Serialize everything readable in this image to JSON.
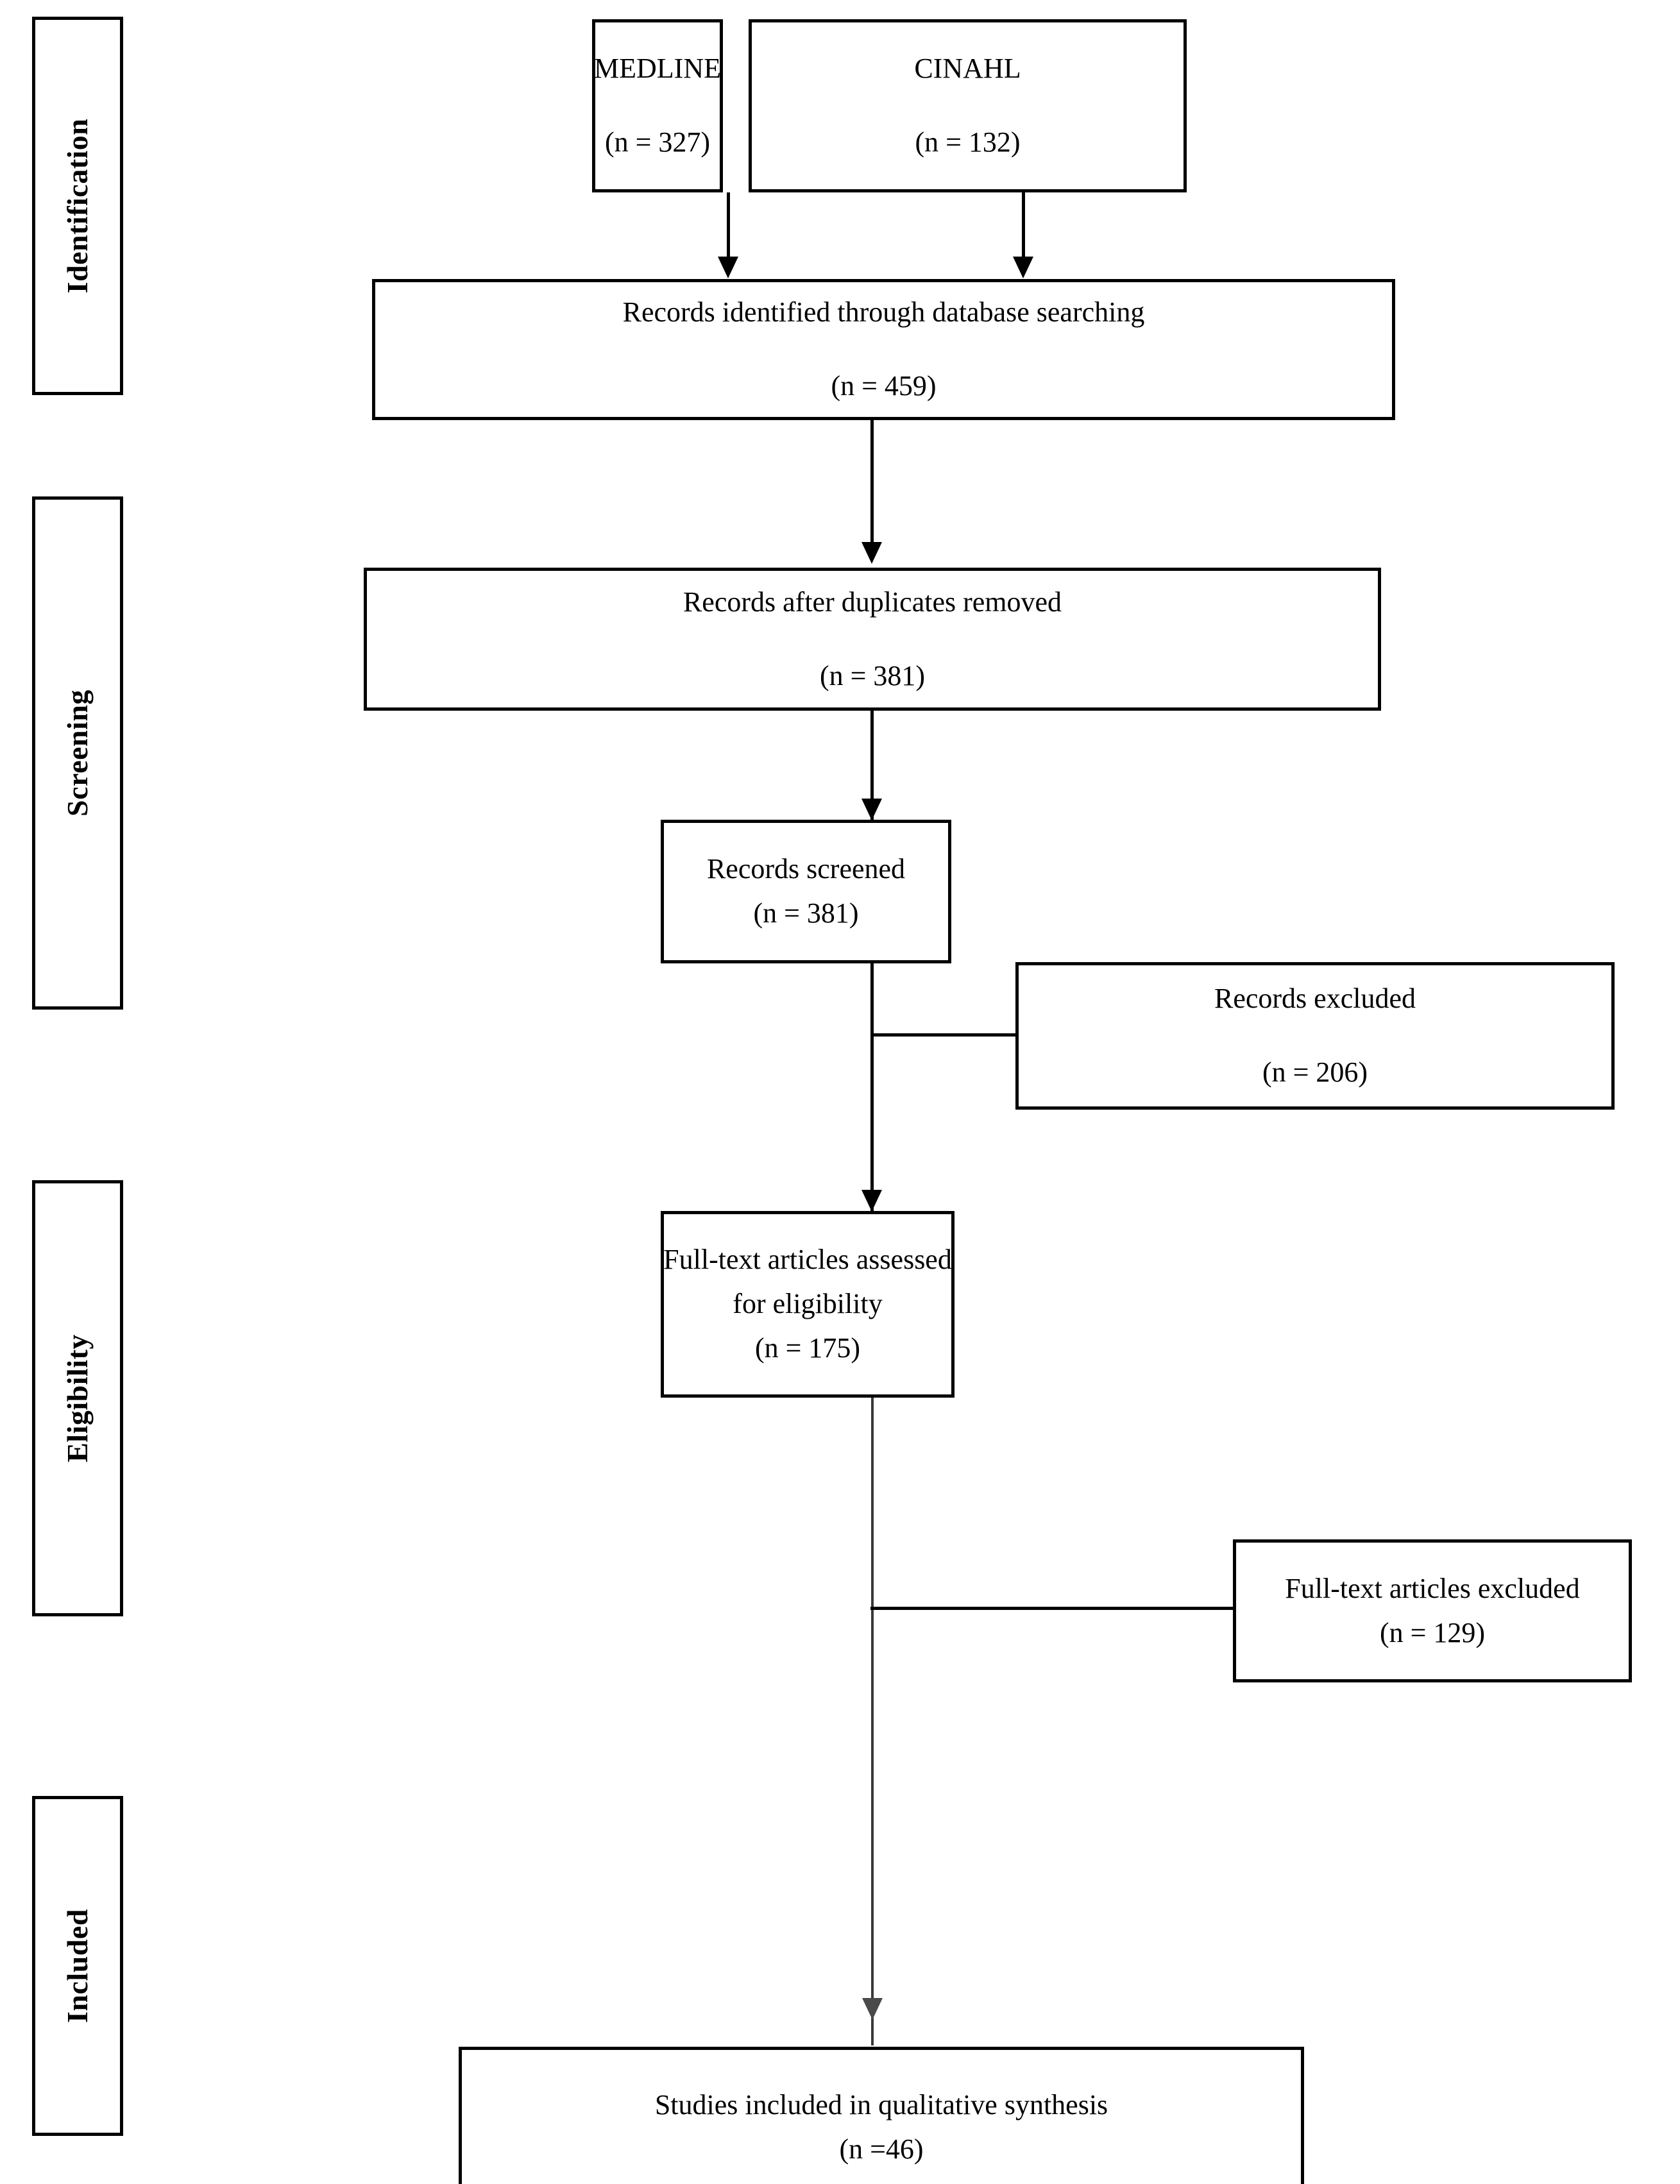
{
  "diagram": {
    "title": "PRISMA flow diagram",
    "phases": [
      {
        "id": "identification",
        "label": "Identification"
      },
      {
        "id": "screening",
        "label": "Screening"
      },
      {
        "id": "eligibility",
        "label": "Eligibility"
      },
      {
        "id": "included",
        "label": "Included"
      }
    ],
    "nodes": {
      "medline": {
        "line1": "MEDLINE",
        "line2": "(n = 327)"
      },
      "cinahl": {
        "line1": "CINAHL",
        "line2": "(n = 132)"
      },
      "identified": {
        "line1": "Records identified through database searching",
        "line2": "(n = 459)"
      },
      "deduped": {
        "line1": "Records after duplicates removed",
        "line2": "(n = 381)"
      },
      "screened": {
        "line1": "Records screened",
        "line2": "(n = 381)"
      },
      "records_excluded": {
        "line1": "Records excluded",
        "line2": "(n = 206)"
      },
      "fulltext": {
        "line1": "Full-text articles assessed",
        "line2": "for eligibility",
        "line3": "(n = 175)"
      },
      "fulltext_excluded": {
        "line1": "Full-text articles excluded",
        "line2": "(n = 129)"
      },
      "included": {
        "line1": "Studies included in qualitative synthesis",
        "line2": "(n =46)"
      }
    },
    "colors": {
      "stroke": "#000000",
      "background": "#ffffff",
      "text": "#000000"
    }
  }
}
